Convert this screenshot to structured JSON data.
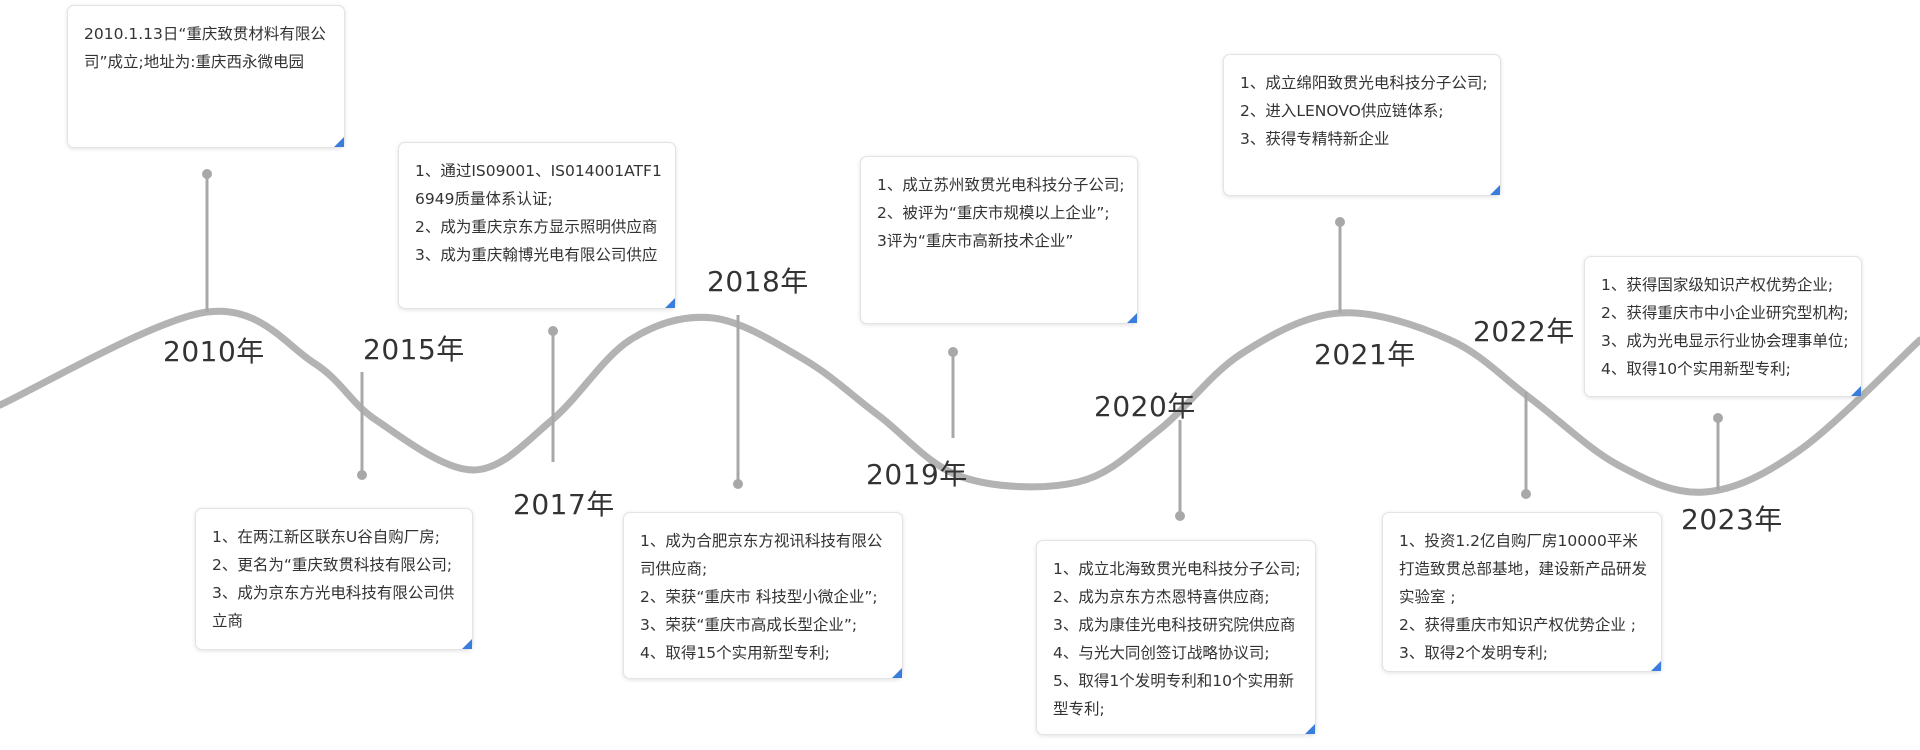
{
  "colors": {
    "wave": "#b3b3b3",
    "stem": "#a8a8a8",
    "corner": "#3b7ddd",
    "text": "#333333"
  },
  "events": [
    {
      "id": "2010",
      "year": "2010年",
      "lines": [
        "2010.1.13日“重庆致贯材料有限公司”成立;地址为:重庆西永微电园"
      ]
    },
    {
      "id": "2015",
      "year": "2015年",
      "lines": [
        "1、在两江新区联东U谷自购厂房;",
        "2、更名为“重庆致贯科技有限公司;",
        "3、成为京东方光电科技有限公司供立商"
      ]
    },
    {
      "id": "2017",
      "year": "2017年",
      "lines": [
        "1、通过IS09001、IS014001ATF16949质量体系认证;",
        "2、成为重庆京东方显示照明供应商",
        "3、成为重庆翰博光电有限公司供应"
      ]
    },
    {
      "id": "2018",
      "year": "2018年",
      "lines": [
        "1、成为合肥京东方视讯科技有限公司供应商;",
        "2、荣获“重庆市 科技型小微企业”;",
        "3、荣获“重庆市高成长型企业”;",
        "4、取得15个实用新型专利;"
      ]
    },
    {
      "id": "2019",
      "year": "2019年",
      "lines": [
        "1、成立苏州致贯光电科技分子公司;",
        "2、被评为“重庆市规模以上企业”;",
        "3评为“重庆市高新技术企业”"
      ]
    },
    {
      "id": "2020",
      "year": "2020年",
      "lines": [
        "1、成立北海致贯光电科技分子公司;",
        "2、成为京东方杰恩特喜供应商;",
        "3、成为康佳光电科技研究院供应商",
        "4、与光大同创签订战略协议司;",
        "5、取得1个发明专利和10个实用新型专利;"
      ]
    },
    {
      "id": "2021",
      "year": "2021年",
      "lines": [
        "1、成立绵阳致贯光电科技分子公司;",
        "2、进入LENOVO供应链体系;",
        "3、获得专精特新企业"
      ]
    },
    {
      "id": "2022",
      "year": "2022年",
      "lines": [
        "1、投资1.2亿自购厂房10000平米打造致贯总部基地，建设新产品研发实验室 ;",
        "2、获得重庆市知识产权优势企业 ;",
        "3、取得2个发明专利;"
      ]
    },
    {
      "id": "2023",
      "year": "2023年",
      "lines": [
        "1、获得国家级知识产权优势企业;",
        "2、获得重庆市中小企业研究型机构;",
        "3、成为光电显示行业协会理事单位;",
        "4、取得10个实用新型专利;"
      ]
    }
  ]
}
